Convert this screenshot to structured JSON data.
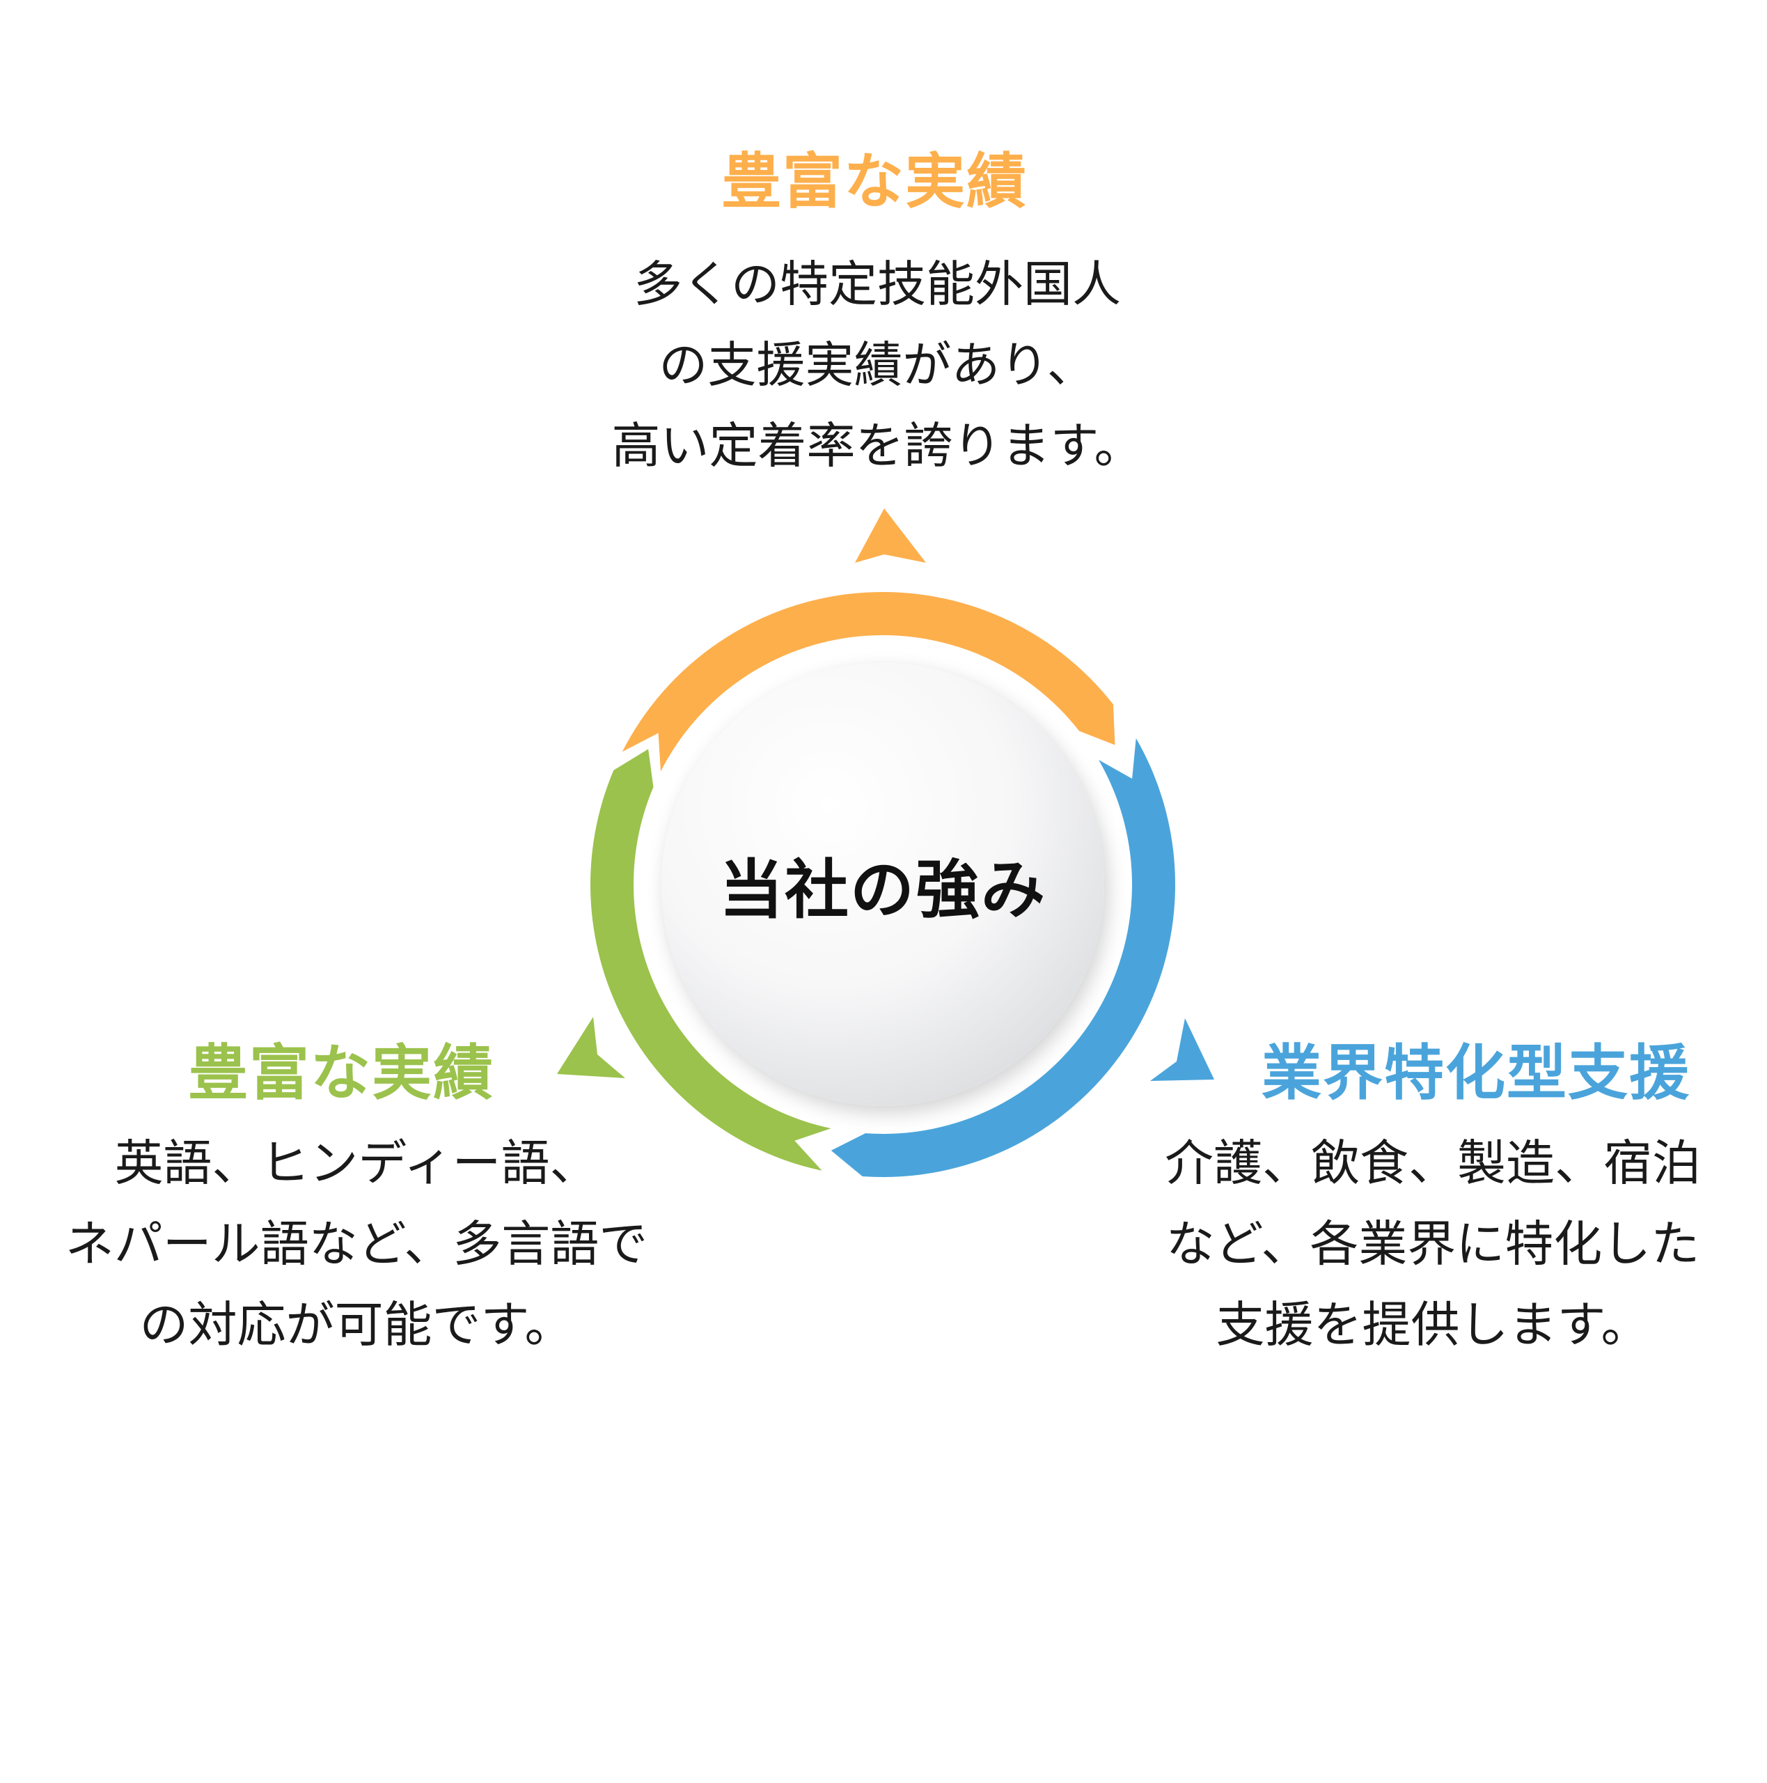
{
  "center": {
    "label": "当社の強み"
  },
  "colors": {
    "top": "#FDAF4C",
    "right": "#4AA4DB",
    "left": "#9BC24C",
    "center_fill": "#F6F6F7"
  },
  "top": {
    "heading": "豊富な実績",
    "lines": [
      "多くの特定技能外国人",
      "の支援実績があり、",
      "高い定着率を誇ります。"
    ]
  },
  "left": {
    "heading": "豊富な実績",
    "lines": [
      "英語、ヒンディー語、",
      "ネパール語など、多言語で",
      "の対応が可能です。"
    ]
  },
  "right": {
    "heading": "業界特化型支援",
    "lines": [
      "介護、飲食、製造、宿泊",
      "など、各業界に特化した",
      "支援を提供します。"
    ]
  }
}
